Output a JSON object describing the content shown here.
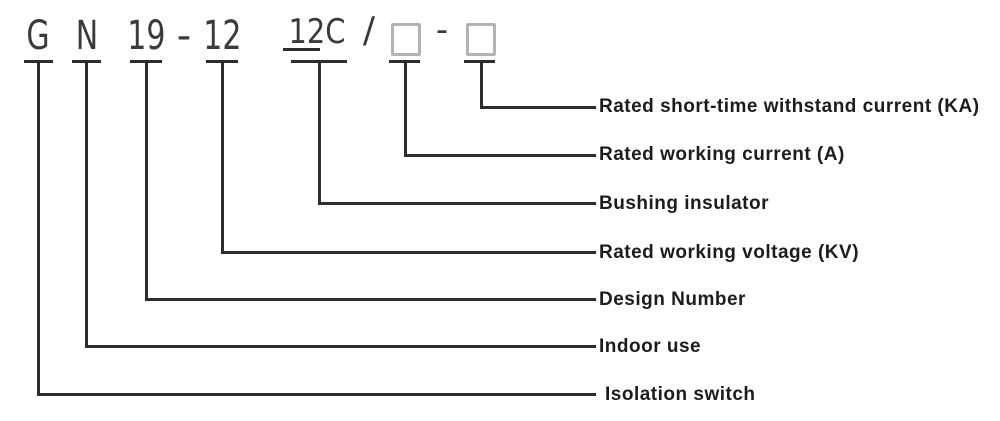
{
  "colors": {
    "background": "#ffffff",
    "line": "#2d2d2d",
    "code_text": "#3a3a3a",
    "label_text": "#1c1c1c",
    "box_border": "#b3b3b3"
  },
  "model_code": {
    "series_letter": "G",
    "indoor_letter": "N",
    "design_number": "19",
    "separator_1": "-",
    "rated_voltage": "12",
    "bushing_code": "12C",
    "slash": "/",
    "separator_2": "-"
  },
  "callouts": [
    "Rated short-time withstand current (KA)",
    "Rated working current (A)",
    "Bushing insulator",
    "Rated working voltage (KV)",
    "Design Number",
    "Indoor use",
    "Isolation switch"
  ]
}
